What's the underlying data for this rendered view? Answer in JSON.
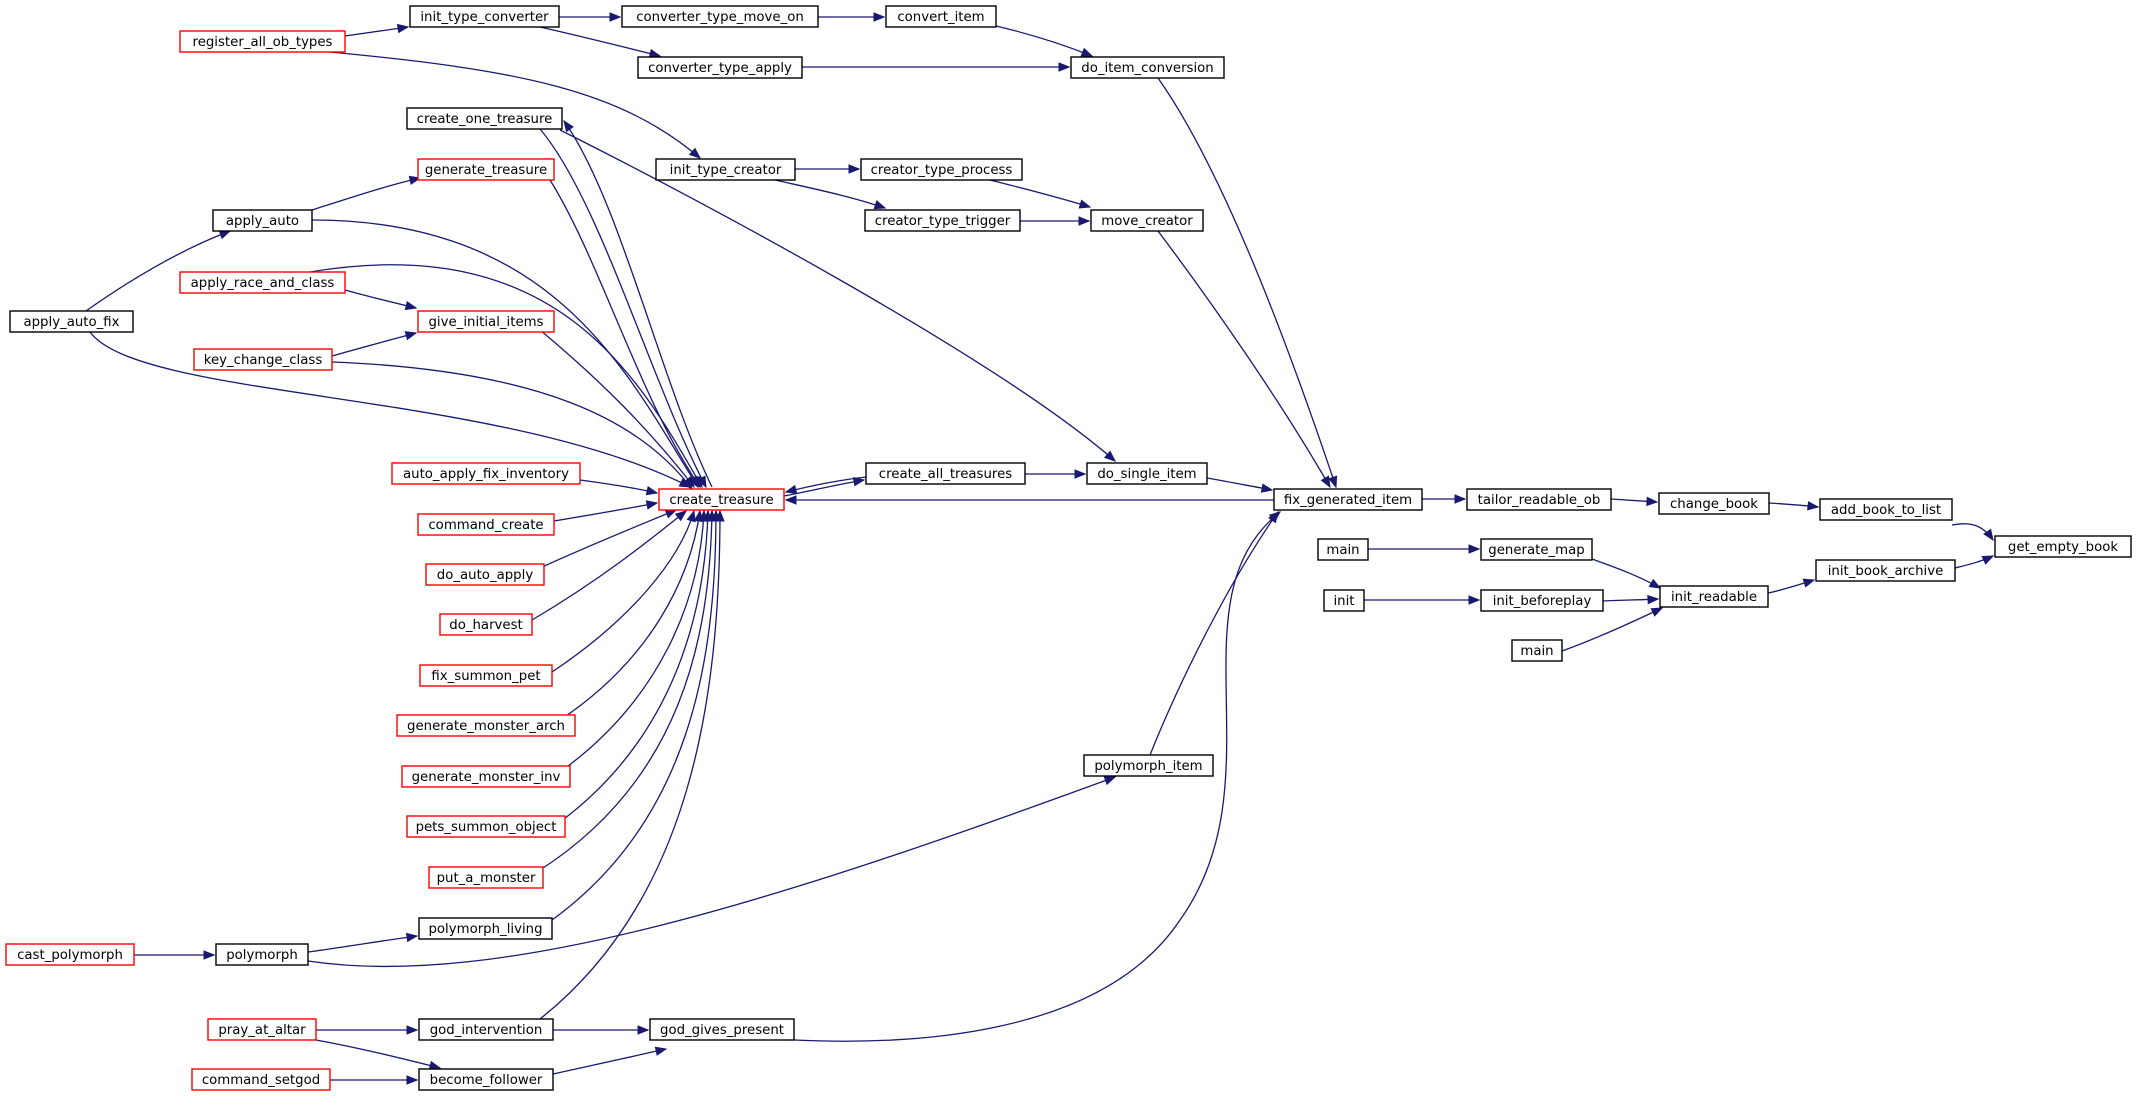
{
  "colors": {
    "edge": "#191970",
    "border_default": "#000000",
    "border_truncated": "#ff0000",
    "focus_fill": "#bfbfbf",
    "background": "#ffffff"
  },
  "diagram": {
    "focus_node": "get_empty_book",
    "nodes": [
      {
        "id": "register_all_ob_types",
        "label": "register_all_ob_types",
        "truncated": true
      },
      {
        "id": "init_type_converter",
        "label": "init_type_converter",
        "truncated": false
      },
      {
        "id": "converter_type_move_on",
        "label": "converter_type_move_on",
        "truncated": false
      },
      {
        "id": "convert_item",
        "label": "convert_item",
        "truncated": false
      },
      {
        "id": "converter_type_apply",
        "label": "converter_type_apply",
        "truncated": false
      },
      {
        "id": "do_item_conversion",
        "label": "do_item_conversion",
        "truncated": false
      },
      {
        "id": "create_one_treasure",
        "label": "create_one_treasure",
        "truncated": false
      },
      {
        "id": "generate_treasure",
        "label": "generate_treasure",
        "truncated": true
      },
      {
        "id": "init_type_creator",
        "label": "init_type_creator",
        "truncated": false
      },
      {
        "id": "creator_type_process",
        "label": "creator_type_process",
        "truncated": false
      },
      {
        "id": "apply_auto",
        "label": "apply_auto",
        "truncated": false
      },
      {
        "id": "creator_type_trigger",
        "label": "creator_type_trigger",
        "truncated": false
      },
      {
        "id": "move_creator",
        "label": "move_creator",
        "truncated": false
      },
      {
        "id": "apply_race_and_class",
        "label": "apply_race_and_class",
        "truncated": true
      },
      {
        "id": "apply_auto_fix",
        "label": "apply_auto_fix",
        "truncated": false
      },
      {
        "id": "give_initial_items",
        "label": "give_initial_items",
        "truncated": true
      },
      {
        "id": "key_change_class",
        "label": "key_change_class",
        "truncated": true
      },
      {
        "id": "auto_apply_fix_inventory",
        "label": "auto_apply_fix_inventory",
        "truncated": true
      },
      {
        "id": "create_all_treasures",
        "label": "create_all_treasures",
        "truncated": false
      },
      {
        "id": "do_single_item",
        "label": "do_single_item",
        "truncated": false
      },
      {
        "id": "create_treasure",
        "label": "create_treasure",
        "truncated": true
      },
      {
        "id": "fix_generated_item",
        "label": "fix_generated_item",
        "truncated": false
      },
      {
        "id": "tailor_readable_ob",
        "label": "tailor_readable_ob",
        "truncated": false
      },
      {
        "id": "change_book",
        "label": "change_book",
        "truncated": false
      },
      {
        "id": "add_book_to_list",
        "label": "add_book_to_list",
        "truncated": false
      },
      {
        "id": "get_empty_book",
        "label": "get_empty_book",
        "truncated": false
      },
      {
        "id": "command_create",
        "label": "command_create",
        "truncated": true
      },
      {
        "id": "main_1",
        "label": "main",
        "truncated": false
      },
      {
        "id": "generate_map",
        "label": "generate_map",
        "truncated": false
      },
      {
        "id": "init_book_archive",
        "label": "init_book_archive",
        "truncated": false
      },
      {
        "id": "do_auto_apply",
        "label": "do_auto_apply",
        "truncated": true
      },
      {
        "id": "init",
        "label": "init",
        "truncated": false
      },
      {
        "id": "init_beforeplay",
        "label": "init_beforeplay",
        "truncated": false
      },
      {
        "id": "init_readable",
        "label": "init_readable",
        "truncated": false
      },
      {
        "id": "do_harvest",
        "label": "do_harvest",
        "truncated": true
      },
      {
        "id": "main_2",
        "label": "main",
        "truncated": false
      },
      {
        "id": "fix_summon_pet",
        "label": "fix_summon_pet",
        "truncated": true
      },
      {
        "id": "generate_monster_arch",
        "label": "generate_monster_arch",
        "truncated": true
      },
      {
        "id": "polymorph_item",
        "label": "polymorph_item",
        "truncated": false
      },
      {
        "id": "generate_monster_inv",
        "label": "generate_monster_inv",
        "truncated": true
      },
      {
        "id": "pets_summon_object",
        "label": "pets_summon_object",
        "truncated": true
      },
      {
        "id": "put_a_monster",
        "label": "put_a_monster",
        "truncated": true
      },
      {
        "id": "polymorph_living",
        "label": "polymorph_living",
        "truncated": false
      },
      {
        "id": "cast_polymorph",
        "label": "cast_polymorph",
        "truncated": true
      },
      {
        "id": "polymorph",
        "label": "polymorph",
        "truncated": false
      },
      {
        "id": "pray_at_altar",
        "label": "pray_at_altar",
        "truncated": true
      },
      {
        "id": "god_intervention",
        "label": "god_intervention",
        "truncated": false
      },
      {
        "id": "god_gives_present",
        "label": "god_gives_present",
        "truncated": false
      },
      {
        "id": "command_setgod",
        "label": "command_setgod",
        "truncated": true
      },
      {
        "id": "become_follower",
        "label": "become_follower",
        "truncated": false
      }
    ],
    "edges": [
      {
        "from": "add_book_to_list",
        "to": "get_empty_book"
      },
      {
        "from": "init_book_archive",
        "to": "get_empty_book"
      },
      {
        "from": "change_book",
        "to": "add_book_to_list"
      },
      {
        "from": "tailor_readable_ob",
        "to": "change_book"
      },
      {
        "from": "fix_generated_item",
        "to": "tailor_readable_ob"
      },
      {
        "from": "init_readable",
        "to": "init_book_archive"
      },
      {
        "from": "generate_map",
        "to": "init_readable"
      },
      {
        "from": "init_beforeplay",
        "to": "init_readable"
      },
      {
        "from": "main_2",
        "to": "init_readable"
      },
      {
        "from": "main_1",
        "to": "generate_map"
      },
      {
        "from": "init",
        "to": "init_beforeplay"
      },
      {
        "from": "do_item_conversion",
        "to": "fix_generated_item"
      },
      {
        "from": "move_creator",
        "to": "fix_generated_item"
      },
      {
        "from": "do_single_item",
        "to": "fix_generated_item"
      },
      {
        "from": "create_treasure",
        "to": "fix_generated_item"
      },
      {
        "from": "polymorph_item",
        "to": "fix_generated_item"
      },
      {
        "from": "god_gives_present",
        "to": "fix_generated_item"
      },
      {
        "from": "convert_item",
        "to": "do_item_conversion"
      },
      {
        "from": "converter_type_apply",
        "to": "do_item_conversion"
      },
      {
        "from": "converter_type_move_on",
        "to": "convert_item"
      },
      {
        "from": "init_type_converter",
        "to": "converter_type_move_on"
      },
      {
        "from": "init_type_converter",
        "to": "converter_type_apply"
      },
      {
        "from": "register_all_ob_types",
        "to": "init_type_converter"
      },
      {
        "from": "register_all_ob_types",
        "to": "init_type_creator"
      },
      {
        "from": "creator_type_process",
        "to": "move_creator"
      },
      {
        "from": "creator_type_trigger",
        "to": "move_creator"
      },
      {
        "from": "init_type_creator",
        "to": "creator_type_process"
      },
      {
        "from": "init_type_creator",
        "to": "creator_type_trigger"
      },
      {
        "from": "create_all_treasures",
        "to": "do_single_item"
      },
      {
        "from": "create_one_treasure",
        "to": "do_single_item"
      },
      {
        "from": "create_treasure",
        "to": "create_all_treasures"
      },
      {
        "from": "create_all_treasures",
        "to": "create_treasure"
      },
      {
        "from": "create_treasure",
        "to": "create_one_treasure"
      },
      {
        "from": "create_one_treasure",
        "to": "create_treasure"
      },
      {
        "from": "generate_treasure",
        "to": "create_treasure"
      },
      {
        "from": "apply_auto",
        "to": "create_treasure"
      },
      {
        "from": "apply_auto_fix",
        "to": "create_treasure"
      },
      {
        "from": "give_initial_items",
        "to": "create_treasure"
      },
      {
        "from": "auto_apply_fix_inventory",
        "to": "create_treasure"
      },
      {
        "from": "command_create",
        "to": "create_treasure"
      },
      {
        "from": "do_auto_apply",
        "to": "create_treasure"
      },
      {
        "from": "do_harvest",
        "to": "create_treasure"
      },
      {
        "from": "fix_summon_pet",
        "to": "create_treasure"
      },
      {
        "from": "generate_monster_arch",
        "to": "create_treasure"
      },
      {
        "from": "generate_monster_inv",
        "to": "create_treasure"
      },
      {
        "from": "pets_summon_object",
        "to": "create_treasure"
      },
      {
        "from": "put_a_monster",
        "to": "create_treasure"
      },
      {
        "from": "polymorph_living",
        "to": "create_treasure"
      },
      {
        "from": "god_intervention",
        "to": "create_treasure"
      },
      {
        "from": "apply_race_and_class",
        "to": "create_treasure"
      },
      {
        "from": "apply_auto",
        "to": "generate_treasure"
      },
      {
        "from": "apply_auto_fix",
        "to": "apply_auto"
      },
      {
        "from": "apply_race_and_class",
        "to": "give_initial_items"
      },
      {
        "from": "key_change_class",
        "to": "give_initial_items"
      },
      {
        "from": "key_change_class",
        "to": "create_treasure"
      },
      {
        "from": "polymorph",
        "to": "polymorph_item"
      },
      {
        "from": "polymorph",
        "to": "polymorph_living"
      },
      {
        "from": "cast_polymorph",
        "to": "polymorph"
      },
      {
        "from": "pray_at_altar",
        "to": "god_intervention"
      },
      {
        "from": "pray_at_altar",
        "to": "become_follower"
      },
      {
        "from": "god_intervention",
        "to": "god_gives_present"
      },
      {
        "from": "become_follower",
        "to": "god_gives_present"
      },
      {
        "from": "command_setgod",
        "to": "become_follower"
      }
    ]
  }
}
